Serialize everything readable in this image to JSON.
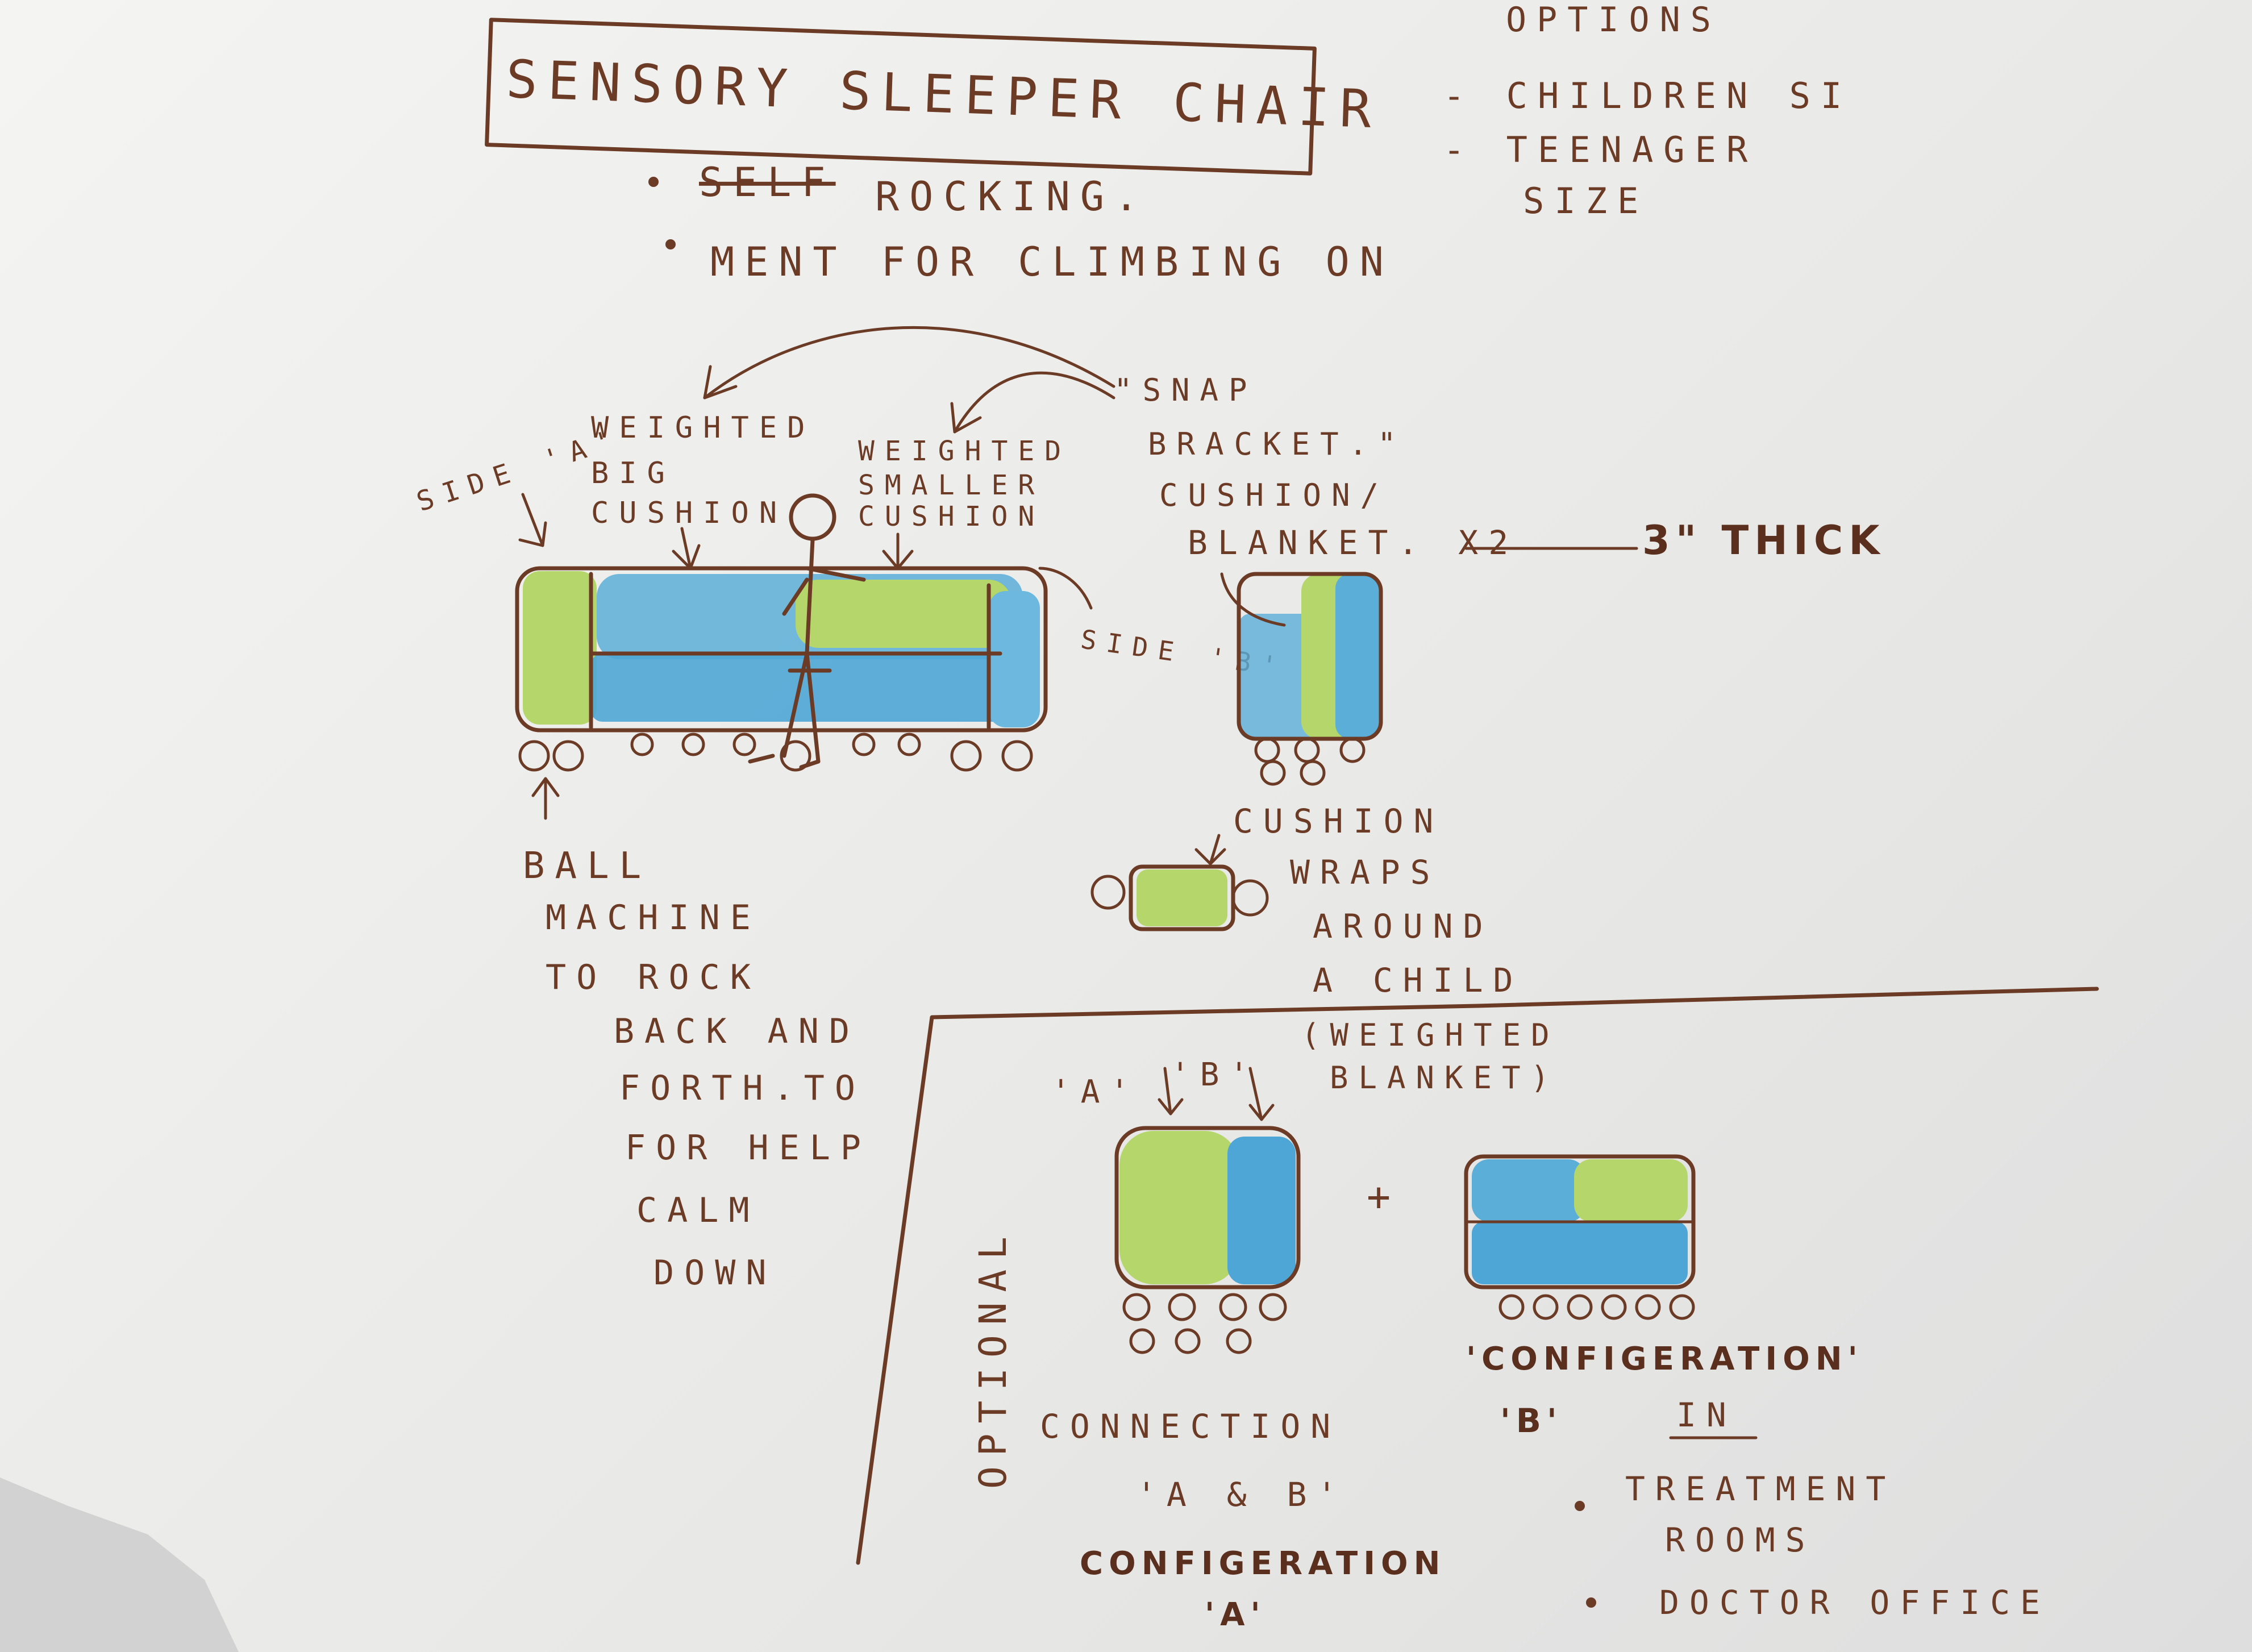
{
  "title": "SENSORY SLEEPER CHAIR",
  "features": [
    {
      "struck": "SELF",
      "text": "ROCKING."
    },
    {
      "text": "MENT FOR CLIMBING ON"
    }
  ],
  "options": {
    "heading": "OPTIONS",
    "items": [
      "- CHILDREN SI",
      "- TEENAGER",
      "SIZE"
    ]
  },
  "labels": {
    "side_a": "SIDE 'A'",
    "side_b": "SIDE 'B'",
    "weighted_big_cushion": [
      "WEIGHTED",
      "BIG",
      "CUSHION"
    ],
    "weighted_smaller_cushion": [
      "WEIGHTED",
      "SMALLER",
      "CUSHION"
    ],
    "snap_bracket": [
      "\"SNAP",
      "BRACKET.\""
    ],
    "cushion_blanket": [
      "CUSHION/",
      "BLANKET. X2"
    ],
    "thick": "3\" THICK",
    "ball_machine": [
      "BALL",
      "MACHINE",
      "TO ROCK",
      "BACK AND",
      "FORTH.TO",
      "FOR HELP",
      "CALM",
      "DOWN"
    ],
    "cushion_wraps": [
      "CUSHION",
      "WRAPS",
      "AROUND",
      "A CHILD",
      "(WEIGHTED",
      "BLANKET)"
    ],
    "ab_markers": [
      "'A'",
      "'B'"
    ],
    "optional": "OPTIONAL",
    "connection": [
      "CONNECTION",
      "'A & B'"
    ],
    "config_a": [
      "CONFIGERATION",
      "'A'"
    ],
    "config_b": [
      "'CONFIGERATION'",
      "'B'",
      "IN"
    ],
    "plus": "+",
    "places": [
      "TREATMENT",
      "ROOMS",
      "DOCTOR OFFICE"
    ]
  },
  "colors": {
    "ink": "#6b3b26",
    "green": "#b5d66a",
    "blue": "#5aaed8"
  }
}
